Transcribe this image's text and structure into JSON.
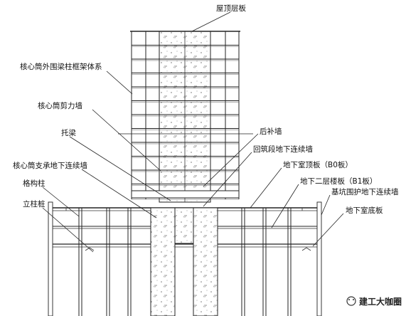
{
  "labels": {
    "roof_slab": "屋顶层板",
    "core_outer_frame": "核心筒外围梁柱框架体系",
    "core_shear_wall": "核心筒剪力墙",
    "transfer_beam": "托梁",
    "core_support_diaphragm_wall": "核心筒支承地下连续墙",
    "structural_column": "格构柱",
    "standing_pile": "立柱桩",
    "post_cast_wall": "后补墙",
    "backfill_diaphragm_wall": "回筑段地下连续墙",
    "b0_slab": "地下室顶板（B0板）",
    "b1_slab": "地下二层楼板（B1板）",
    "pit_retaining_wall": "基坑围护地下连续墙",
    "basement_floor_slab": "地下室底板"
  },
  "watermark": {
    "text": "建工大咖圈"
  }
}
